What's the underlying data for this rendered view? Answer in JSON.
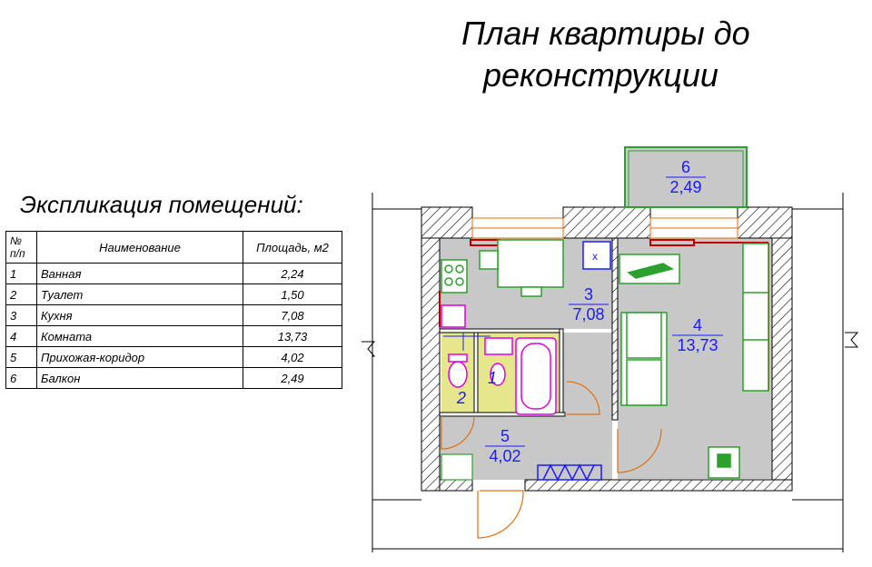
{
  "title": {
    "line1": "План квартиры до",
    "line2": "реконструкции"
  },
  "explication": {
    "heading": "Экспликация помещений:",
    "columns": {
      "num": "№ п/п",
      "name": "Наименование",
      "area": "Площадь, м2"
    },
    "rows": [
      {
        "num": "1",
        "name": "Ванная",
        "area": "2,24"
      },
      {
        "num": "2",
        "name": "Туалет",
        "area": "1,50"
      },
      {
        "num": "3",
        "name": "Кухня",
        "area": "7,08"
      },
      {
        "num": "4",
        "name": "Комната",
        "area": "13,73"
      },
      {
        "num": "5",
        "name": "Прихожая-коридор",
        "area": "4,02"
      },
      {
        "num": "6",
        "name": "Балкон",
        "area": "2,49"
      }
    ]
  },
  "rooms": {
    "r1": {
      "num": "1"
    },
    "r2": {
      "num": "2"
    },
    "r3": {
      "num": "3",
      "area": "7,08"
    },
    "r4": {
      "num": "4",
      "area": "13,73"
    },
    "r5": {
      "num": "5",
      "area": "4,02"
    },
    "r6": {
      "num": "6",
      "area": "2,49"
    }
  },
  "colors": {
    "wall_hatch": "#000000",
    "floor": "#c8c8c8",
    "wet_floor": "#e6e68c",
    "room_label": "#1a1aff",
    "fixture_green": "#2ca02c",
    "fixture_magenta": "#e000e0",
    "radiator_red": "#c00000",
    "door_orange": "#e07010"
  }
}
